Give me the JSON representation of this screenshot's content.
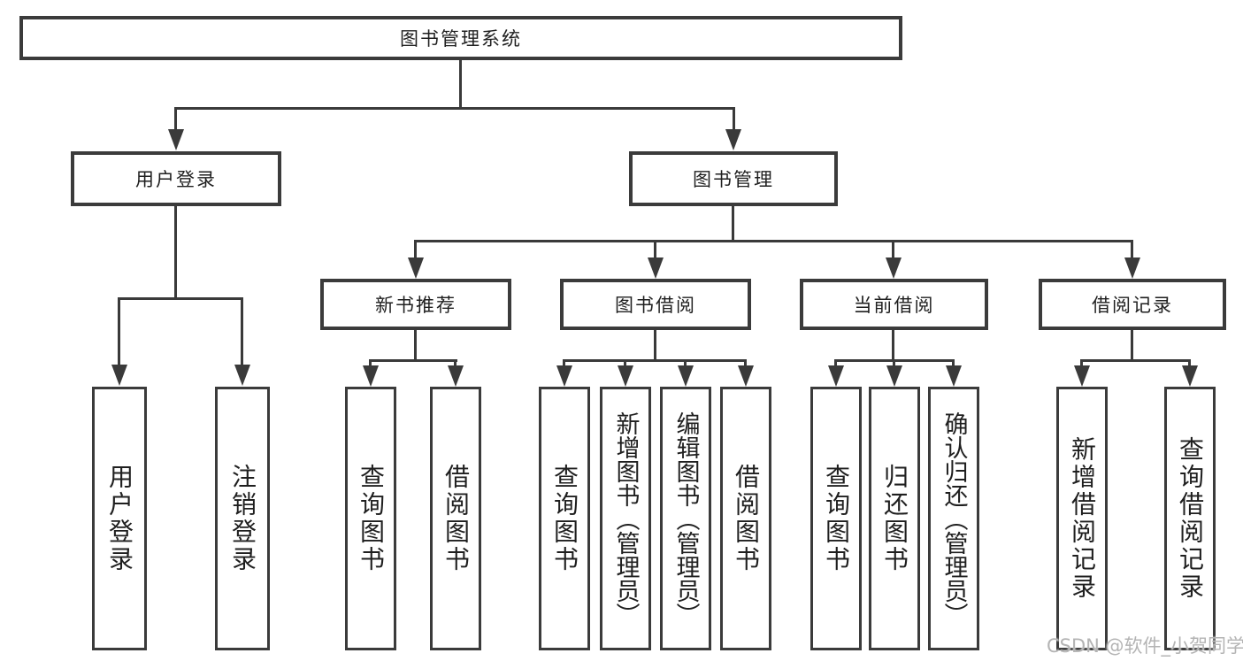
{
  "diagram": {
    "title": "图书管理系统",
    "branches": [
      {
        "label": "用户登录",
        "children": [
          {
            "label": "用户登录"
          },
          {
            "label": "注销登录"
          }
        ]
      },
      {
        "label": "图书管理",
        "children": [
          {
            "label": "新书推荐",
            "children": [
              {
                "label": "查询图书"
              },
              {
                "label": "借阅图书"
              }
            ]
          },
          {
            "label": "图书借阅",
            "children": [
              {
                "label": "查询图书"
              },
              {
                "label": "新增图书（管理员）"
              },
              {
                "label": "编辑图书（管理员）"
              },
              {
                "label": "借阅图书"
              }
            ]
          },
          {
            "label": "当前借阅",
            "children": [
              {
                "label": "查询图书"
              },
              {
                "label": "归还图书"
              },
              {
                "label": "确认归还（管理员）"
              }
            ]
          },
          {
            "label": "借阅记录",
            "children": [
              {
                "label": "新增借阅记录"
              },
              {
                "label": "查询借阅记录"
              }
            ]
          }
        ]
      }
    ]
  },
  "watermark": "CSDN @软件_小贺同学",
  "colors": {
    "line": "#3a3a3a",
    "box_border": "#3b3b3b",
    "text": "#1f1f1f",
    "watermark": "#b4b4b4"
  }
}
